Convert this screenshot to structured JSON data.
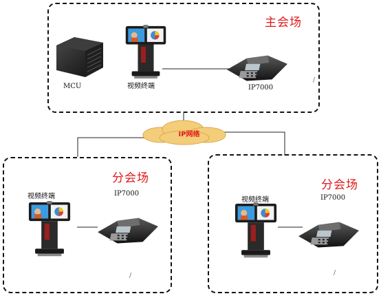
{
  "network": {
    "label": "IP网络",
    "cloud_color": "#f4cd7a"
  },
  "colors": {
    "title": "#e0191b",
    "border": "#111111"
  },
  "main_site": {
    "title": "主会场",
    "mcu_label": "MCU",
    "terminal_label": "视频终端",
    "phone_label": "IP7000",
    "mark": "/"
  },
  "branch_left": {
    "title": "分会场",
    "terminal_label": "视频终端",
    "phone_label": "IP7000",
    "mark": "/"
  },
  "branch_right": {
    "title": "分会场",
    "terminal_label": "视频终端",
    "phone_label": "IP7000",
    "mark": "/"
  },
  "icons": [
    "mcu-server-icon",
    "video-terminal-icon",
    "conference-phone-icon",
    "network-cloud-icon"
  ]
}
